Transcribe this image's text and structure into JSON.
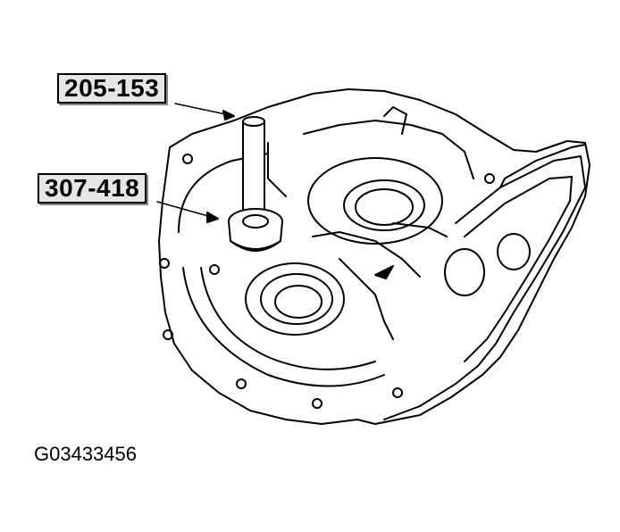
{
  "callouts": {
    "tool_1": "205-153",
    "tool_2": "307-418"
  },
  "figure_id": "G03433456",
  "colors": {
    "line": "#000000",
    "callout_fill": "#e6e6e6",
    "background": "#ffffff"
  }
}
